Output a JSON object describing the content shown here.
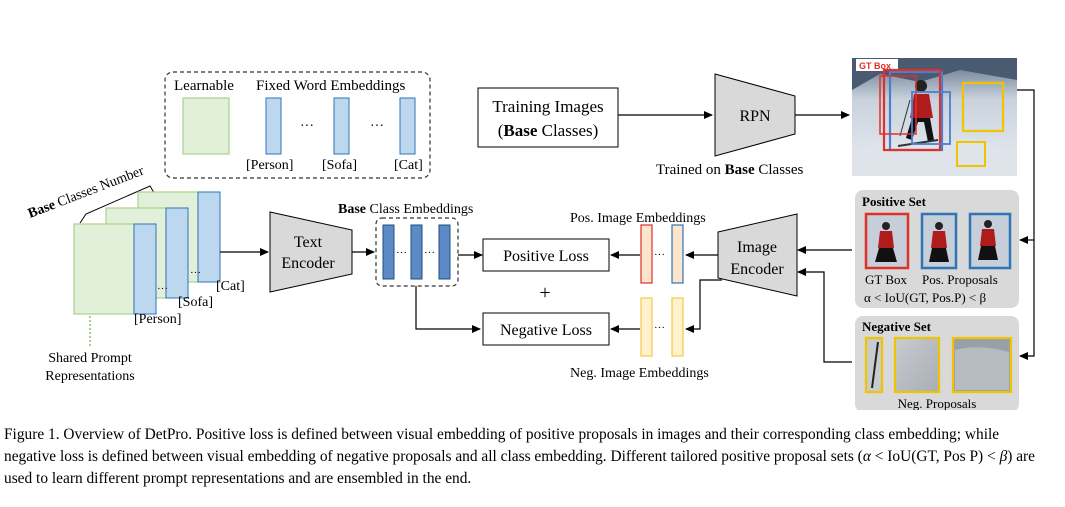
{
  "prompt_box": {
    "learnable": "Learnable",
    "fixed": "Fixed Word Embeddings",
    "dots": "···",
    "labels": [
      "[Person]",
      "[Sofa]",
      "[Cat]"
    ]
  },
  "stack": {
    "base_word": "Base",
    "rest": " Classes Number",
    "labels": [
      "[Person]",
      "[Sofa]",
      "[Cat]"
    ],
    "shared_line1": "Shared Prompt",
    "shared_line2": "Representations"
  },
  "text_encoder": {
    "line1": "Text",
    "line2": "Encoder"
  },
  "class_emb": {
    "base_word": "Base",
    "rest": " Class Embeddings"
  },
  "training": {
    "line1": "Training Images",
    "open": "(",
    "base_word": "Base",
    "rest": " Classes)"
  },
  "rpn": {
    "label": "RPN",
    "trained_prefix": "Trained on ",
    "trained_base": "Base",
    "trained_suffix": " Classes"
  },
  "gt_box_tag": "GT Box",
  "pos_emb_label": "Pos. Image Embeddings",
  "neg_emb_label": "Neg. Image Embeddings",
  "positive_loss": "Positive Loss",
  "negative_loss": "Negative Loss",
  "plus": "+",
  "image_encoder": {
    "line1": "Image",
    "line2": "Encoder"
  },
  "positive_set": {
    "title": "Positive Set",
    "gt_label": "GT Box",
    "pos_label": "Pos. Proposals",
    "condition": "α < IoU(GT, Pos.P) < β"
  },
  "negative_set": {
    "title": "Negative Set",
    "label": "Neg. Proposals"
  },
  "caption": {
    "part1": "Figure 1. Overview of DetPro. Positive loss is defined between visual embedding of positive proposals in images and their corresponding class embedding; while negative loss is defined between visual embedding of negative proposals and all class embedding. Different tailored positive proposal sets (",
    "alpha": "α",
    "lt1": " < IoU(GT, Pos P) < ",
    "beta": "β",
    "part2": ") are used to learn different prompt representations and are ensembled in the end."
  },
  "colors": {
    "green_fill": "#e2efd9",
    "green_stroke": "#a9d18e",
    "blue_fill": "#bdd7ee",
    "blue_stroke": "#2e75b6",
    "dark_blue": "#5b8ac6",
    "gray_box": "#d9d9d9",
    "red": "#e0302b",
    "yellow": "#f5d77a",
    "yellow_stroke": "#f0b800"
  }
}
